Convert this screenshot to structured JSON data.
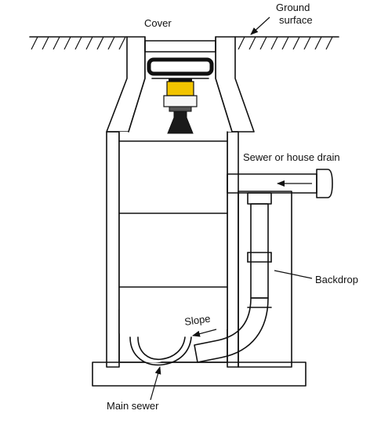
{
  "labels": {
    "cover": "Cover",
    "ground_surface_line1": "Ground",
    "ground_surface_line2": "surface",
    "sewer_or_house_drain": "Sewer or house drain",
    "backdrop": "Backdrop",
    "slope": "Slope",
    "main_sewer": "Main sewer"
  },
  "colors": {
    "outline": "#111111",
    "background": "#ffffff",
    "sensor_body": "#f2c400",
    "sensor_horn": "#1a1a1a"
  }
}
